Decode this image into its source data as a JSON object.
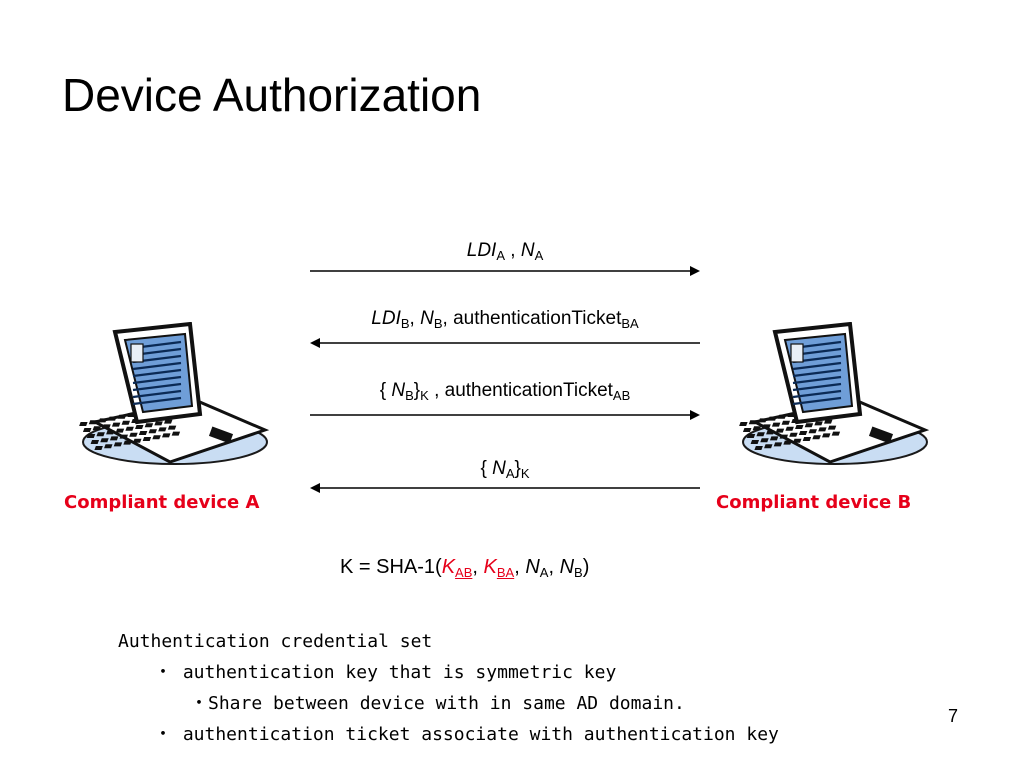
{
  "slide": {
    "title": "Device Authorization",
    "number": "7"
  },
  "devices": {
    "a_label": "Compliant device A",
    "b_label": "Compliant device B",
    "icon": "laptop-icon"
  },
  "messages": [
    {
      "direction": "A-to-B",
      "parts": [
        {
          "t": "LDI",
          "style": "italic"
        },
        {
          "t": "A",
          "style": "sub"
        },
        {
          "t": " , ",
          "style": "plain"
        },
        {
          "t": "N",
          "style": "italic"
        },
        {
          "t": "A",
          "style": "sub"
        }
      ]
    },
    {
      "direction": "B-to-A",
      "parts": [
        {
          "t": "LDI",
          "style": "italic"
        },
        {
          "t": "B",
          "style": "sub"
        },
        {
          "t": ", ",
          "style": "plain"
        },
        {
          "t": "N",
          "style": "italic"
        },
        {
          "t": "B",
          "style": "sub"
        },
        {
          "t": ", authenticationTicket",
          "style": "plain"
        },
        {
          "t": "BA",
          "style": "sub"
        }
      ]
    },
    {
      "direction": "A-to-B",
      "parts": [
        {
          "t": "{ ",
          "style": "plain"
        },
        {
          "t": "N",
          "style": "italic"
        },
        {
          "t": "B",
          "style": "sub"
        },
        {
          "t": "}",
          "style": "plain"
        },
        {
          "t": "K",
          "style": "sub"
        },
        {
          "t": " , authenticationTicket",
          "style": "plain"
        },
        {
          "t": "AB",
          "style": "sub"
        }
      ]
    },
    {
      "direction": "B-to-A",
      "parts": [
        {
          "t": "{ ",
          "style": "plain"
        },
        {
          "t": "N",
          "style": "italic"
        },
        {
          "t": "A",
          "style": "sub"
        },
        {
          "t": "}",
          "style": "plain"
        },
        {
          "t": "K",
          "style": "sub"
        }
      ]
    }
  ],
  "formula": {
    "prefix": "K = SHA-1(",
    "k": "K",
    "ab": "AB",
    "comma1": ", ",
    "ba": "BA",
    "comma2": ", ",
    "n": "N",
    "a": "A",
    "comma3": ", ",
    "b": "B",
    "suffix": ")"
  },
  "notes": {
    "line1": "Authentication credential set",
    "line2": "　　・ authentication key that is symmetric key",
    "line3": "　　　　・Share between device with in same AD domain.",
    "line4": "　　・ authentication ticket associate with authentication key"
  },
  "colors": {
    "accent": "#e6001a",
    "laptop_screen": "#6f9ed8",
    "laptop_body": "#c9ddf3"
  }
}
